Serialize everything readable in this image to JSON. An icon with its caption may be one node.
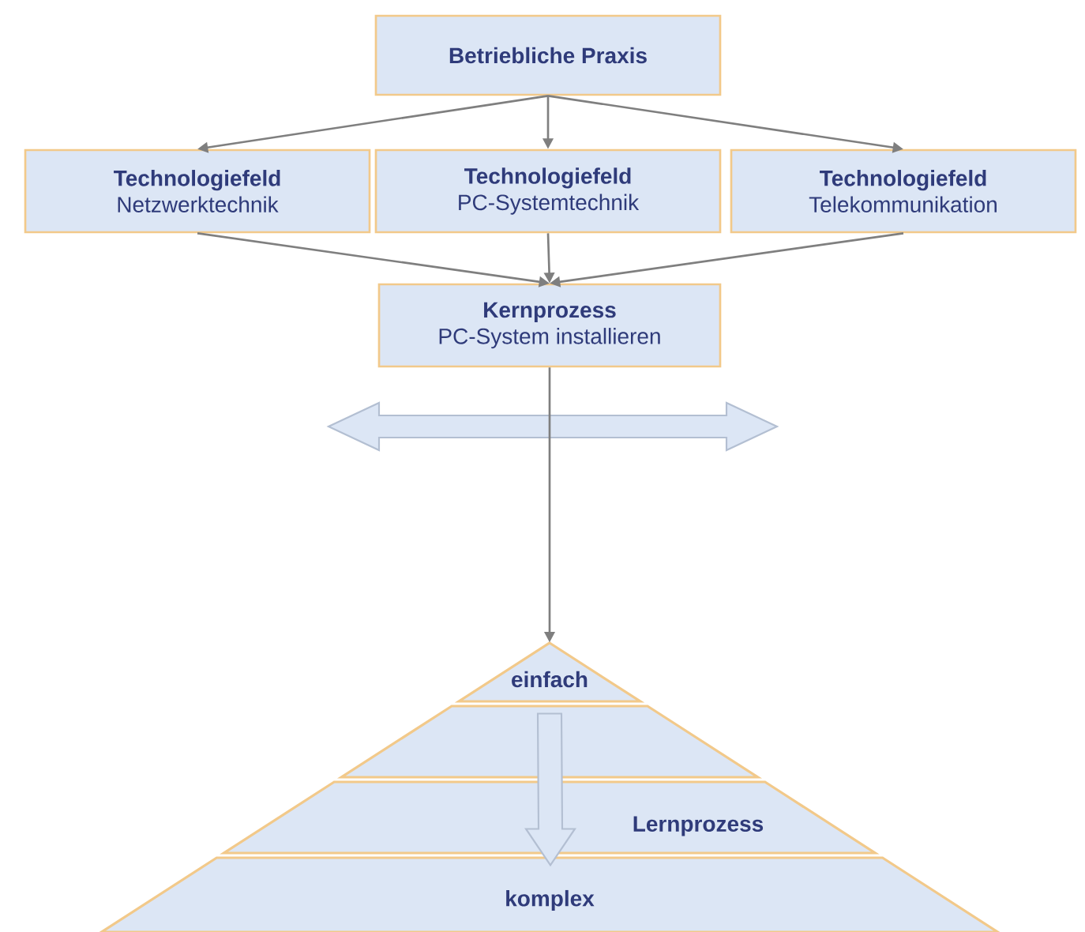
{
  "diagram": {
    "nodes": [
      {
        "text": [
          "Betriebliche Praxis"
        ]
      },
      {
        "text": [
          "Technologiefeld",
          "Netzwerktechnik"
        ]
      },
      {
        "text": [
          "Technologiefeld",
          "PC-Systemtechnik"
        ]
      },
      {
        "text": [
          "Technologiefeld",
          "Telekommunikation"
        ]
      },
      {
        "text": [
          "Kernprozess",
          "PC-System installieren"
        ]
      },
      {
        "text": [
          "einfach"
        ]
      },
      {
        "text": [],
        "shape": "trapezoid"
      },
      {
        "text": [
          "Lernprozess"
        ]
      },
      {
        "text": [
          "komplex"
        ]
      }
    ],
    "edges": [
      {
        "from": 0,
        "to": 1,
        "arrow": "to"
      },
      {
        "from": 0,
        "to": 2,
        "arrow": "to"
      },
      {
        "from": 0,
        "to": 3,
        "arrow": "to"
      },
      {
        "from": 1,
        "to": 4,
        "arrow": "to"
      },
      {
        "from": 2,
        "to": 4,
        "arrow": "to"
      },
      {
        "from": 3,
        "to": 4,
        "arrow": "to"
      },
      {
        "from": 4,
        "to": 5,
        "arrow": "to"
      },
      {
        "from": 6,
        "to": 8,
        "arrow": "to",
        "color": "#b3bfd2"
      }
    ]
  }
}
